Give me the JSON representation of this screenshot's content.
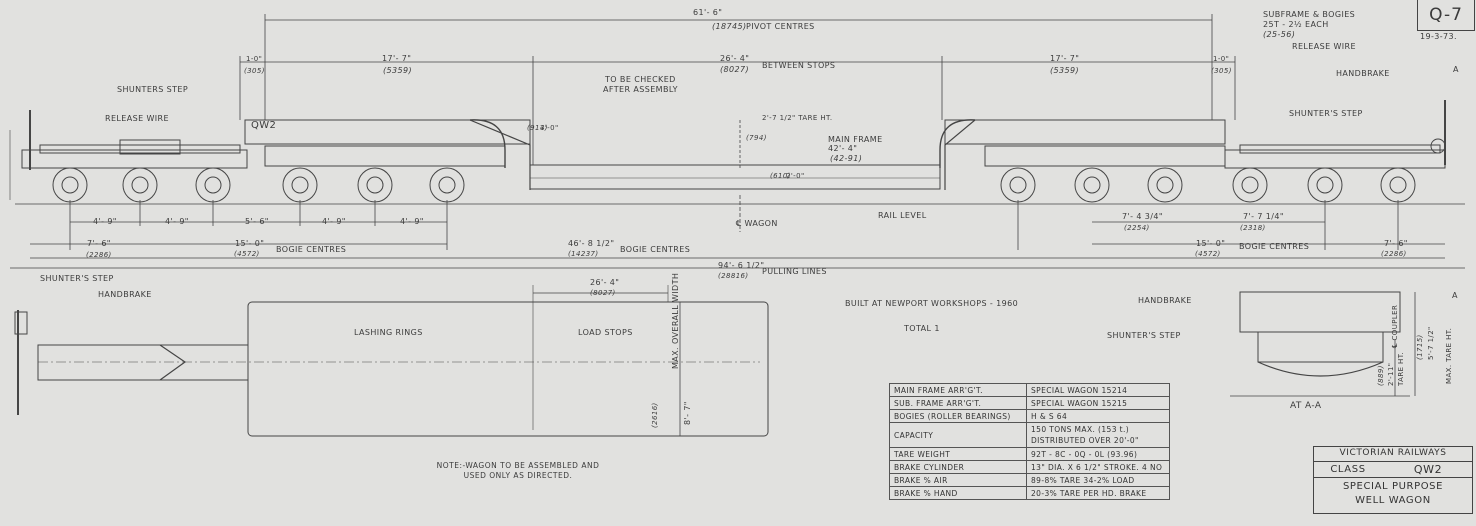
{
  "drawing_ref": "Q-7",
  "drawing_date": "19-3-73.",
  "dimensions": {
    "pivot_centres": "61'- 6\"",
    "pivot_centres_mm": "(18745)",
    "pivot_centres_label": "PIVOT CENTRES",
    "end_gap": "1-0\"",
    "end_gap_mm": "(305)",
    "end_gap_right_mm": "(305)",
    "bogie_to_stop": "17'- 7\"",
    "bogie_to_stop_mm": "(5359)",
    "between_stops": "26'- 4\"",
    "between_stops_mm": "(8027)",
    "between_stops_label": "BETWEEN STOPS",
    "well_height": "3'-0\"",
    "well_height_mm": "(914)",
    "tare_ht": "2'-7 1/2\" TARE HT.",
    "tare_ht_mm": "(794)",
    "floor_ht": "2'-0\"",
    "floor_ht_mm": "(610)",
    "main_frame": "42'- 4\"",
    "main_frame_mm": "(42-91)",
    "main_frame_label": "MAIN FRAME",
    "axle_spacing": "4'- 9\"",
    "bogie_gap": "5'- 6\"",
    "end_to_bogie": "7'- 6\"",
    "end_to_bogie_mm": "(2286)",
    "bogie_centres": "15'- 0\"",
    "bogie_centres_mm": "(4572)",
    "bogie_centres_label": "BOGIE CENTRES",
    "main_bogie_centres": "46'- 8 1/2\"",
    "main_bogie_centres_mm": "(14237)",
    "pulling_lines": "94'- 6 1/2\"",
    "pulling_lines_mm": "(28816)",
    "pulling_lines_label": "PULLING LINES",
    "r_74": "7'- 4 3/4\"",
    "r_74_mm": "(2254)",
    "r_77": "7'- 7 1/4\"",
    "r_77_mm": "(2318)",
    "plan_between_stops": "26'- 4\"",
    "plan_between_stops_mm": "(8027)",
    "plan_width": "8'- 7\"",
    "plan_width_mm": "(2616)",
    "plan_width_label": "MAX. OVERALL WIDTH",
    "section_coupler": "2'-11\"",
    "section_coupler_mm": "(889)",
    "section_coupler_label": "TARE HT.",
    "section_max": "5'-7 1/2\"",
    "section_max_mm": "(1715)",
    "section_max_label": "MAX. TARE HT.",
    "section_coupler_note": "℄ COUPLER"
  },
  "labels": {
    "shunters_step": "SHUNTERS STEP",
    "release_wire": "RELEASE WIRE",
    "wagon_code": "QW2",
    "to_be_checked_1": "TO BE CHECKED",
    "to_be_checked_2": "AFTER ASSEMBLY",
    "subframe_1": "SUBFRAME & BOGIES",
    "subframe_2": "25T - 2½ EACH",
    "subframe_3": "(25-56)",
    "release_wire_r": "RELEASE WIRE",
    "handbrake": "HANDBRAKE",
    "shunters_step_r": "SHUNTER'S STEP",
    "wagon_cl": "℄ WAGON",
    "rail_level": "RAIL LEVEL",
    "section_arrow": "A",
    "plan_shunters_step": "SHUNTER'S STEP",
    "plan_handbrake": "HANDBRAKE",
    "lashing_rings": "LASHING RINGS",
    "load_stops": "LOAD STOPS",
    "built_at": "BUILT AT NEWPORT WORKSHOPS - 1960",
    "total": "TOTAL 1",
    "section_handbrake": "HANDBRAKE",
    "section_shunters_step": "SHUNTER'S STEP",
    "section_title": "AT A-A",
    "note_1": "NOTE:-WAGON TO BE ASSEMBLED AND",
    "note_2": "USED ONLY AS DIRECTED."
  },
  "spec_table": [
    {
      "key": "MAIN FRAME ARR'G'T.",
      "value": "SPECIAL WAGON 15214"
    },
    {
      "key": "SUB. FRAME ARR'G'T.",
      "value": "SPECIAL WAGON 15215"
    },
    {
      "key": "BOGIES (ROLLER BEARINGS)",
      "value": "H & S 64"
    },
    {
      "key": "CAPACITY",
      "value": "150 TONS MAX. (153 t.) DISTRIBUTED OVER 20'-0\""
    },
    {
      "key": "TARE WEIGHT",
      "value": "92T - 8C - 0Q - 0L (93.96)"
    },
    {
      "key": "BRAKE CYLINDER",
      "value": "13\" DIA. X 6 1/2\" STROKE. 4 NO"
    },
    {
      "key": "BRAKE % AIR",
      "value": "89-8% TARE  34-2% LOAD"
    },
    {
      "key": "BRAKE % HAND",
      "value": "20-3% TARE PER HD. BRAKE"
    }
  ],
  "title_block": {
    "railway": "VICTORIAN RAILWAYS",
    "class_label": "CLASS",
    "class_value": "QW2",
    "name_1": "SPECIAL PURPOSE",
    "name_2": "WELL WAGON"
  }
}
